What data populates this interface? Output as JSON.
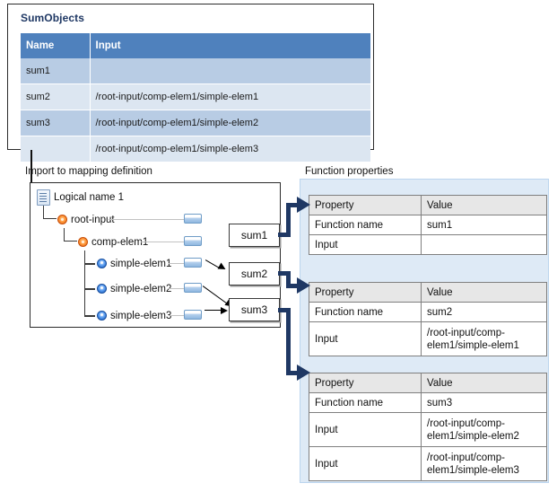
{
  "sum_objects": {
    "title": "SumObjects",
    "columns": [
      "Name",
      "Input"
    ],
    "rows": [
      {
        "name": "sum1",
        "input": ""
      },
      {
        "name": "sum2",
        "input": "/root-input/comp-elem1/simple-elem1"
      },
      {
        "name": "sum3",
        "input": "/root-input/comp-elem1/simple-elem2"
      },
      {
        "name": "",
        "input": "/root-input/comp-elem1/simple-elem3"
      }
    ]
  },
  "import_section": {
    "label": "Import to mapping definition",
    "tree": {
      "root": "Logical name 1",
      "nodes": [
        {
          "label": "root-input",
          "icon": "orange-node-icon"
        },
        {
          "label": "comp-elem1",
          "icon": "orange-node-icon"
        },
        {
          "label": "simple-elem1",
          "icon": "blue-node-icon"
        },
        {
          "label": "simple-elem2",
          "icon": "blue-node-icon"
        },
        {
          "label": "simple-elem3",
          "icon": "blue-node-icon"
        }
      ]
    },
    "functions": [
      {
        "label": "sum1"
      },
      {
        "label": "sum2"
      },
      {
        "label": "sum3"
      }
    ]
  },
  "function_properties": {
    "label": "Function properties",
    "columns": [
      "Property",
      "Value"
    ],
    "tables": [
      {
        "rows": [
          {
            "property": "Function name",
            "value": "sum1"
          },
          {
            "property": "Input",
            "value": ""
          }
        ]
      },
      {
        "rows": [
          {
            "property": "Function name",
            "value": "sum2"
          },
          {
            "property": "Input",
            "value": "/root-input/comp-elem1/simple-elem1"
          }
        ]
      },
      {
        "rows": [
          {
            "property": "Function name",
            "value": "sum3"
          },
          {
            "property": "Input",
            "value": "/root-input/comp-elem1/simple-elem2"
          },
          {
            "property": "Input",
            "value": "/root-input/comp-elem1/simple-elem3"
          }
        ]
      }
    ]
  },
  "colors": {
    "table_header_blue": "#4F81BD",
    "row_blue_dark": "#B8CCE4",
    "row_blue_light": "#DCE6F1",
    "panel_blue": "#DEEAF6",
    "arrow_navy": "#1F3864",
    "title_blue": "#1F3864"
  }
}
